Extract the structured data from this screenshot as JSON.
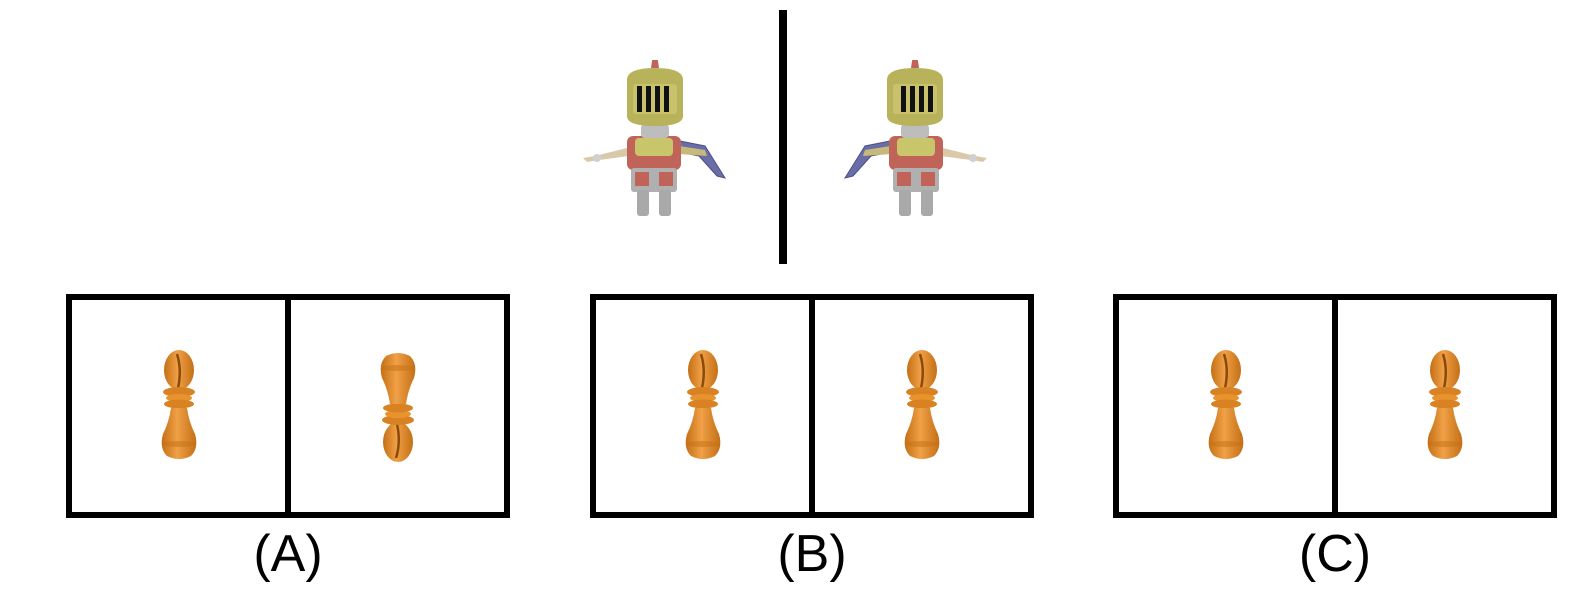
{
  "reference": {
    "left_figure": "knight",
    "right_figure": "knight-mirrored"
  },
  "options": [
    {
      "label": "(A)",
      "left": "pawn",
      "right": "pawn-flipped"
    },
    {
      "label": "(B)",
      "left": "pawn",
      "right": "pawn"
    },
    {
      "label": "(C)",
      "left": "pawn",
      "right": "pawn"
    }
  ],
  "colors": {
    "pawn_fill": "#e8932e",
    "pawn_shade": "#c46f16",
    "helmet": "#b8b25a",
    "armor_red": "#c0645a",
    "armor_gray": "#b8b8b8",
    "cape": "#6a6ea8",
    "line": "#000000"
  }
}
